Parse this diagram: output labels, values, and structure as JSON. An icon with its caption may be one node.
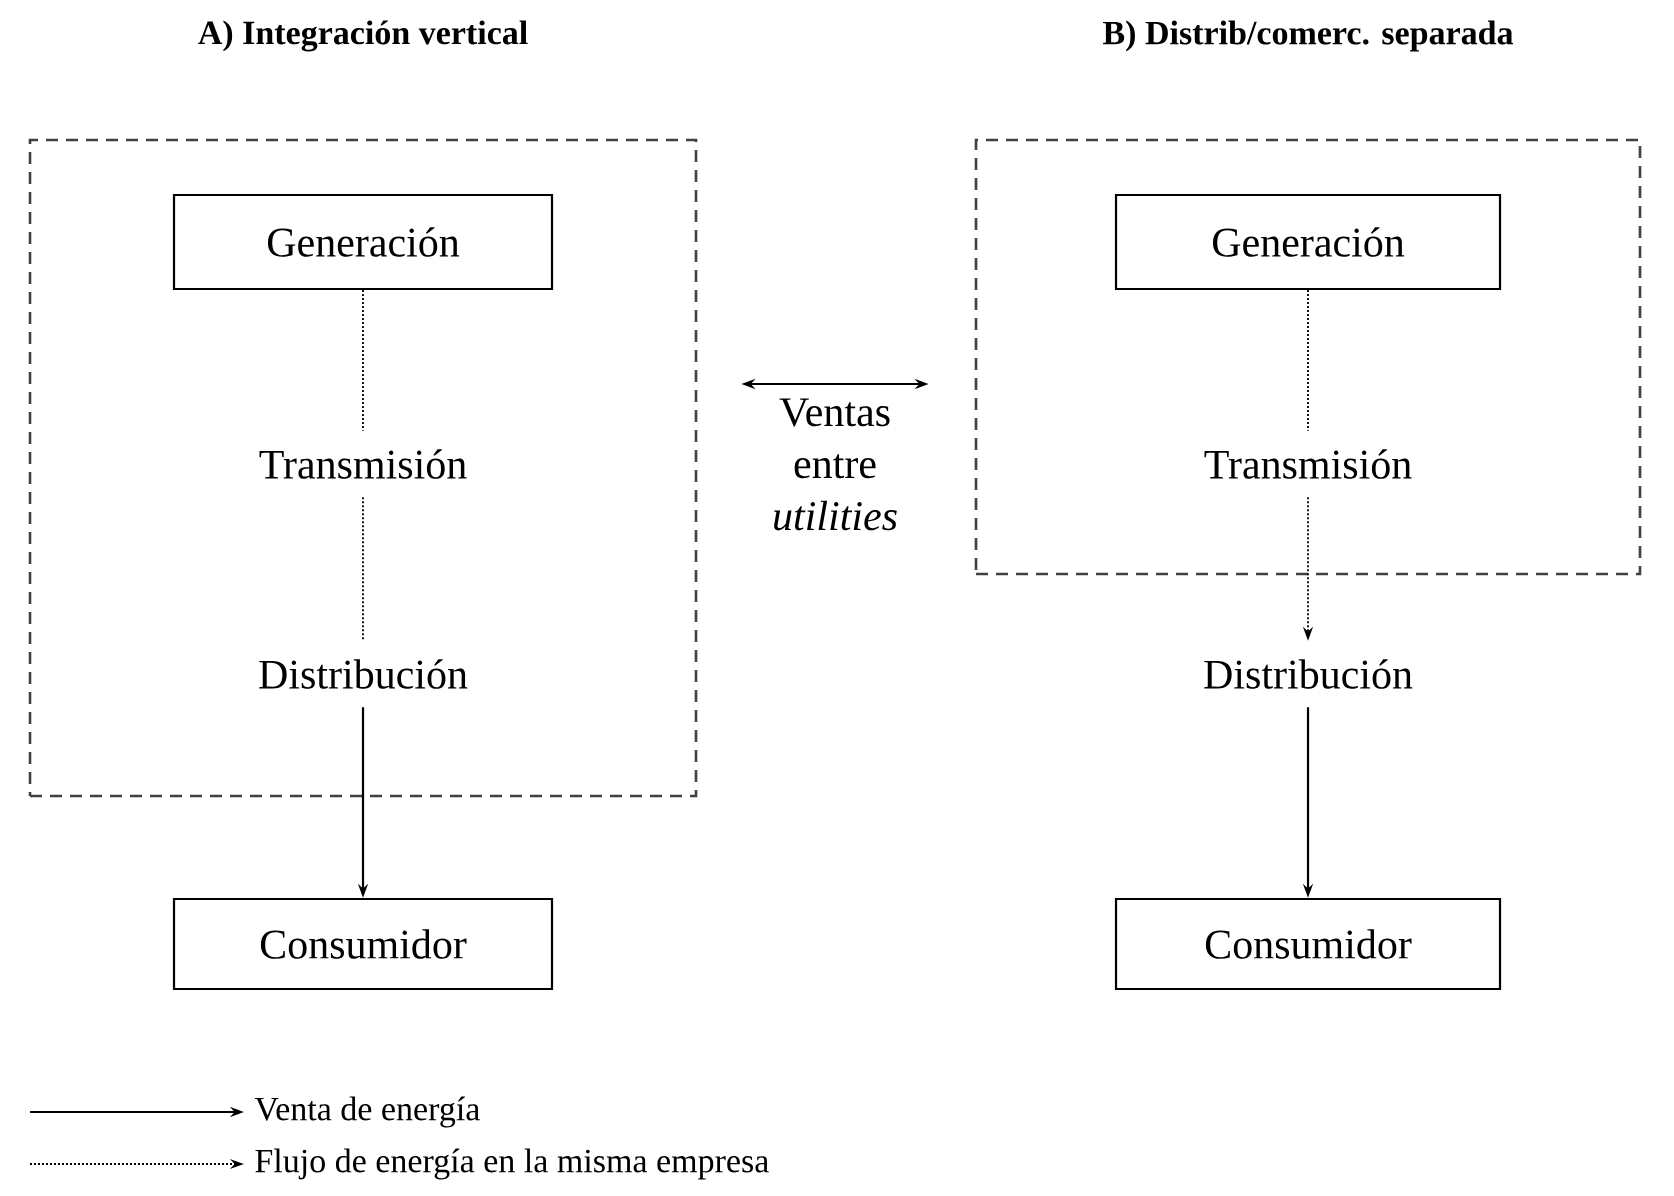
{
  "diagram": {
    "nodes": [
      {
        "text": [
          "A) Integración vertical"
        ]
      },
      {
        "text": [
          "Generación"
        ],
        "in": 0
      },
      {
        "text": [
          "Transmisión"
        ],
        "in": 0
      },
      {
        "text": [
          "Distribución"
        ],
        "in": 0
      },
      {
        "text": [
          "Consumidor"
        ]
      },
      {
        "text": [
          "B) Distrib/comerc. separada"
        ]
      },
      {
        "text": [
          "Generación"
        ],
        "in": 5
      },
      {
        "text": [
          "Transmisión"
        ],
        "in": 5
      },
      {
        "text": [
          "Distribución"
        ]
      },
      {
        "text": [
          "Consumidor"
        ]
      }
    ],
    "edges": [
      {
        "from": 1,
        "to": 2,
        "arrow": "none",
        "style": "dashed"
      },
      {
        "from": 2,
        "to": 3,
        "arrow": "none",
        "style": "dashed"
      },
      {
        "from": 3,
        "to": 4,
        "arrow": "to"
      },
      {
        "from": 6,
        "to": 7,
        "arrow": "none",
        "style": "dashed"
      },
      {
        "from": 7,
        "to": 8,
        "arrow": "to",
        "style": "dashed"
      },
      {
        "from": 8,
        "to": 9,
        "arrow": "to"
      },
      {
        "from": 0,
        "to": 5,
        "arrow": "both",
        "label": "Ventas entre *utilities*"
      }
    ],
    "legend": [
      {
        "text": "Venta de energía"
      },
      {
        "text": "Flujo de energía en la misma empresa"
      }
    ]
  }
}
